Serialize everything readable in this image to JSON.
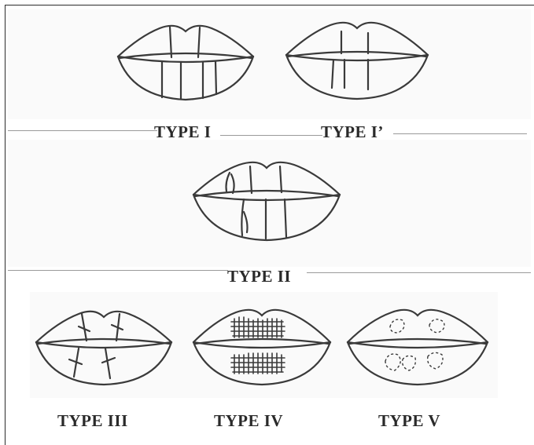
{
  "labels": {
    "type1": "TYPE I",
    "type1prime": "TYPE I’",
    "type2": "TYPE II",
    "type3": "TYPE III",
    "type4": "TYPE IV",
    "type5": "TYPE V"
  },
  "colors": {
    "stroke": "#3a3a3a",
    "label": "#2a2a2a",
    "panel": "#fafafa"
  }
}
